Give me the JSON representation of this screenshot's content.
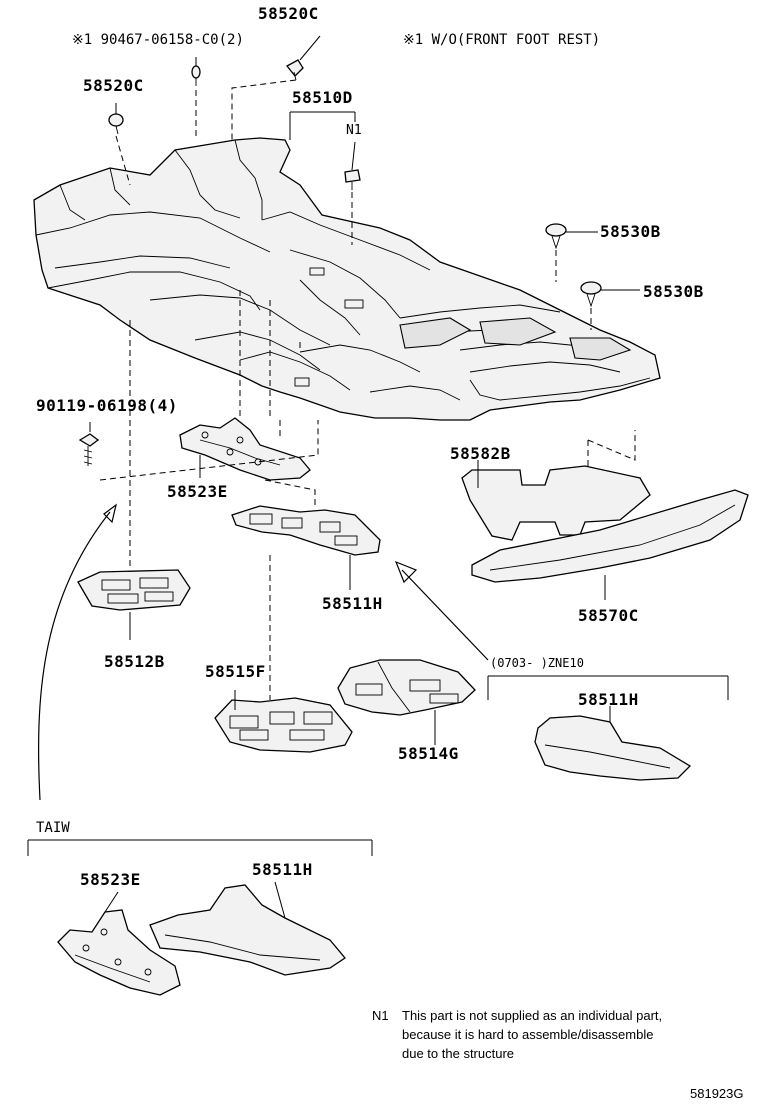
{
  "header": {
    "note_ref": "※1 90467-06158-C0(2)",
    "note_legend": "※1 W/O(FRONT FOOT REST)"
  },
  "labels": {
    "p58520c_top": "58520C",
    "p58520c_left": "58520C",
    "p58510d": "58510D",
    "n1_tag": "N1",
    "p58530b_1": "58530B",
    "p58530b_2": "58530B",
    "p90119": "90119-06198(4)",
    "p58523e": "58523E",
    "p58582b": "58582B",
    "p58511h": "58511H",
    "p58570c": "58570C",
    "p58512b": "58512B",
    "p58515f": "58515F",
    "p58514g": "58514G",
    "zne10_range": "(0703-     )ZNE10",
    "p58511h_zne": "58511H",
    "taiw_title": "TAIW",
    "taiw_58523e": "58523E",
    "taiw_58511h": "58511H"
  },
  "footnote": {
    "marker": "N1",
    "line1": "This part is not supplied as an individual part,",
    "line2": "because it is hard to assemble/disassemble",
    "line3": "due to the structure"
  },
  "catalog_code": "581923G"
}
